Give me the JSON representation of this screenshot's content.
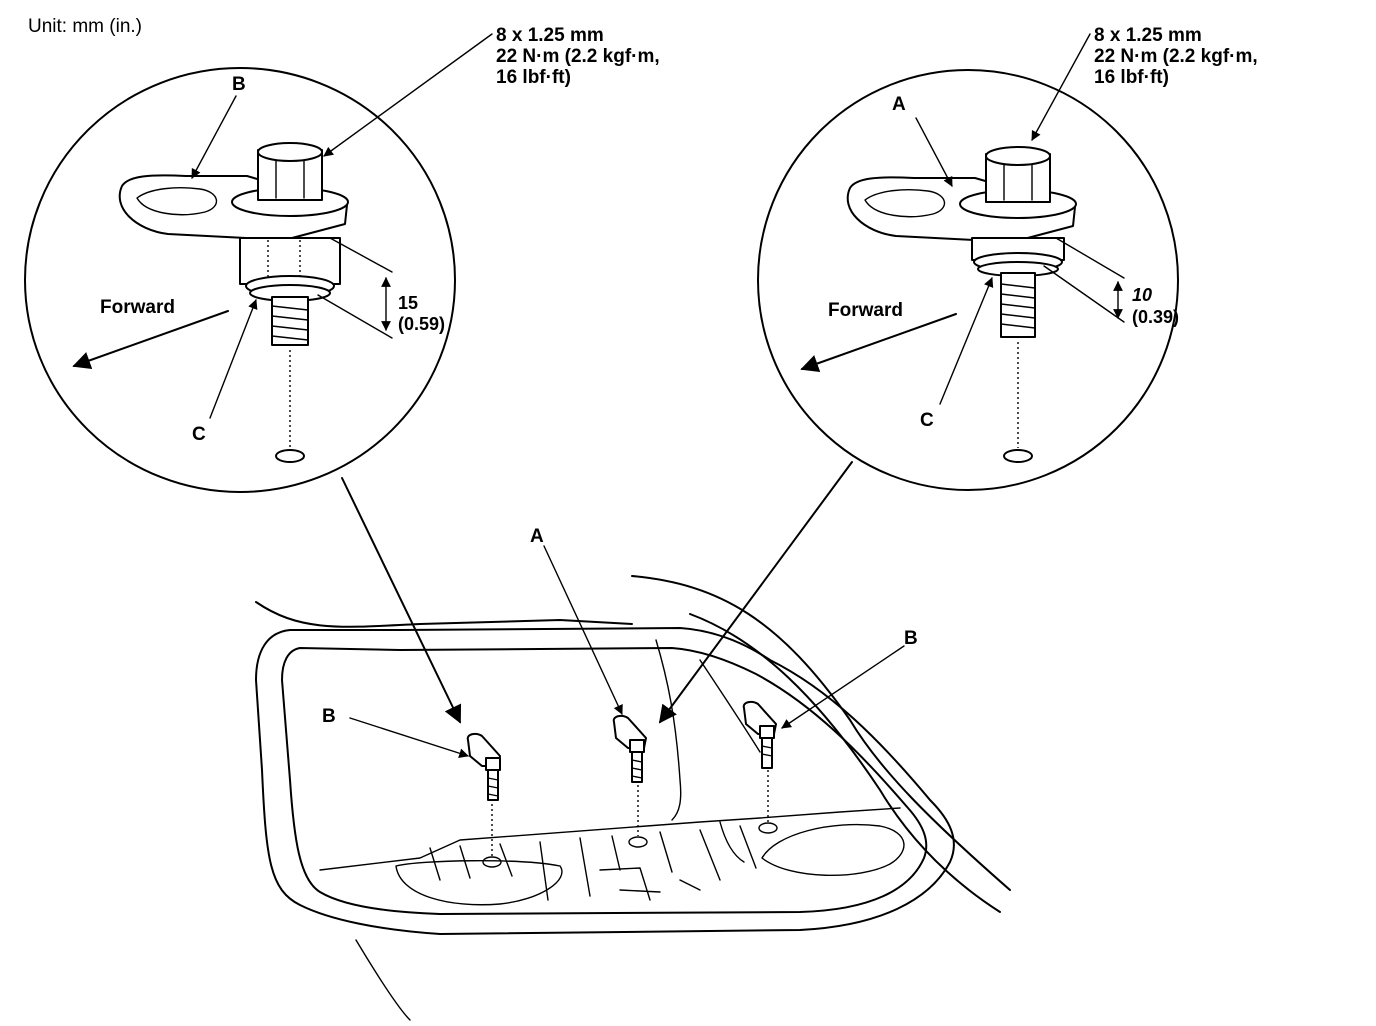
{
  "unit_label": "Unit: mm (in.)",
  "left_detail": {
    "spec_lines": [
      "8 x 1.25 mm",
      "22 N·m (2.2 kgf·m,",
      "16 lbf·ft)"
    ],
    "bracket_callout": "B",
    "washer_callout": "C",
    "forward_label": "Forward",
    "dimension_mm": "15",
    "dimension_in": "(0.59)"
  },
  "right_detail": {
    "spec_lines": [
      "8 x 1.25 mm",
      "22 N·m (2.2 kgf·m,",
      "16 lbf·ft)"
    ],
    "bracket_callout": "A",
    "washer_callout": "C",
    "forward_label": "Forward",
    "dimension_mm": "10",
    "dimension_in": "(0.39)"
  },
  "main_view": {
    "callout_center": "A",
    "callout_left": "B",
    "callout_right": "B"
  }
}
